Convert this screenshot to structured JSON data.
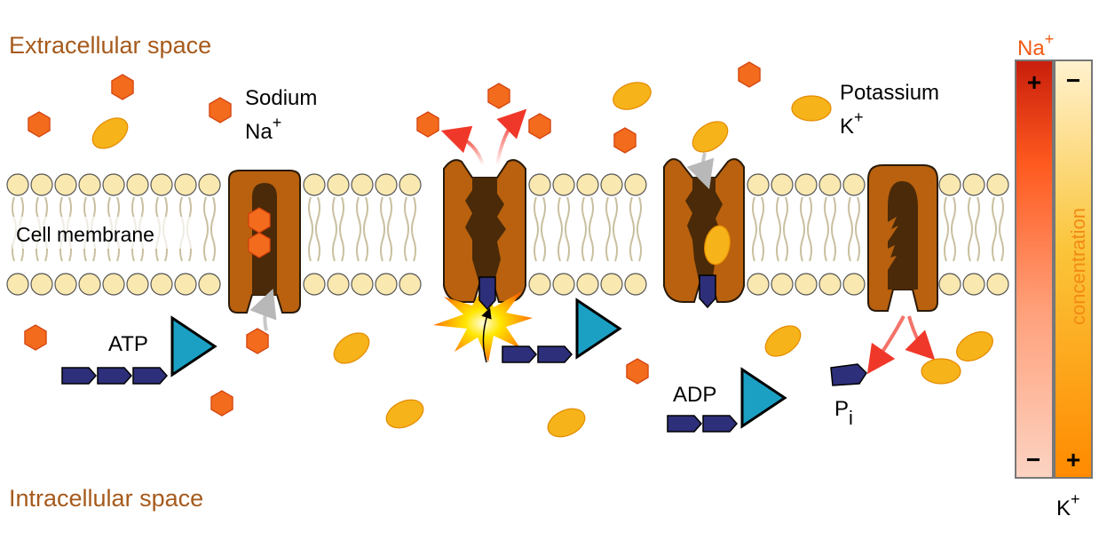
{
  "regions": {
    "extracellular": "Extracellular space",
    "intracellular": "Intracellular space",
    "membrane": "Cell membrane"
  },
  "ions": {
    "sodium_name": "Sodium",
    "sodium_symbol": "Na",
    "potassium_name": "Potassium",
    "potassium_symbol": "K",
    "charge": "+"
  },
  "molecules": {
    "atp": "ATP",
    "adp": "ADP",
    "phosphate": "P",
    "phosphate_sub": "i"
  },
  "gradient": {
    "label": "concentration",
    "na_top": "+",
    "na_bottom": "−",
    "k_top": "−",
    "k_bottom": "+"
  },
  "colors": {
    "sodium": "#f36b1c",
    "potassium": "#f7b31a",
    "pump": "#b9610e",
    "pump_dark": "#4a2a08",
    "atp_chain": "#2e2f7a",
    "atp_triangle": "#1ba0c4",
    "lipid_head": "#f9e8b0",
    "region_text": "#a65a1c",
    "na_label": "#f05a14"
  }
}
